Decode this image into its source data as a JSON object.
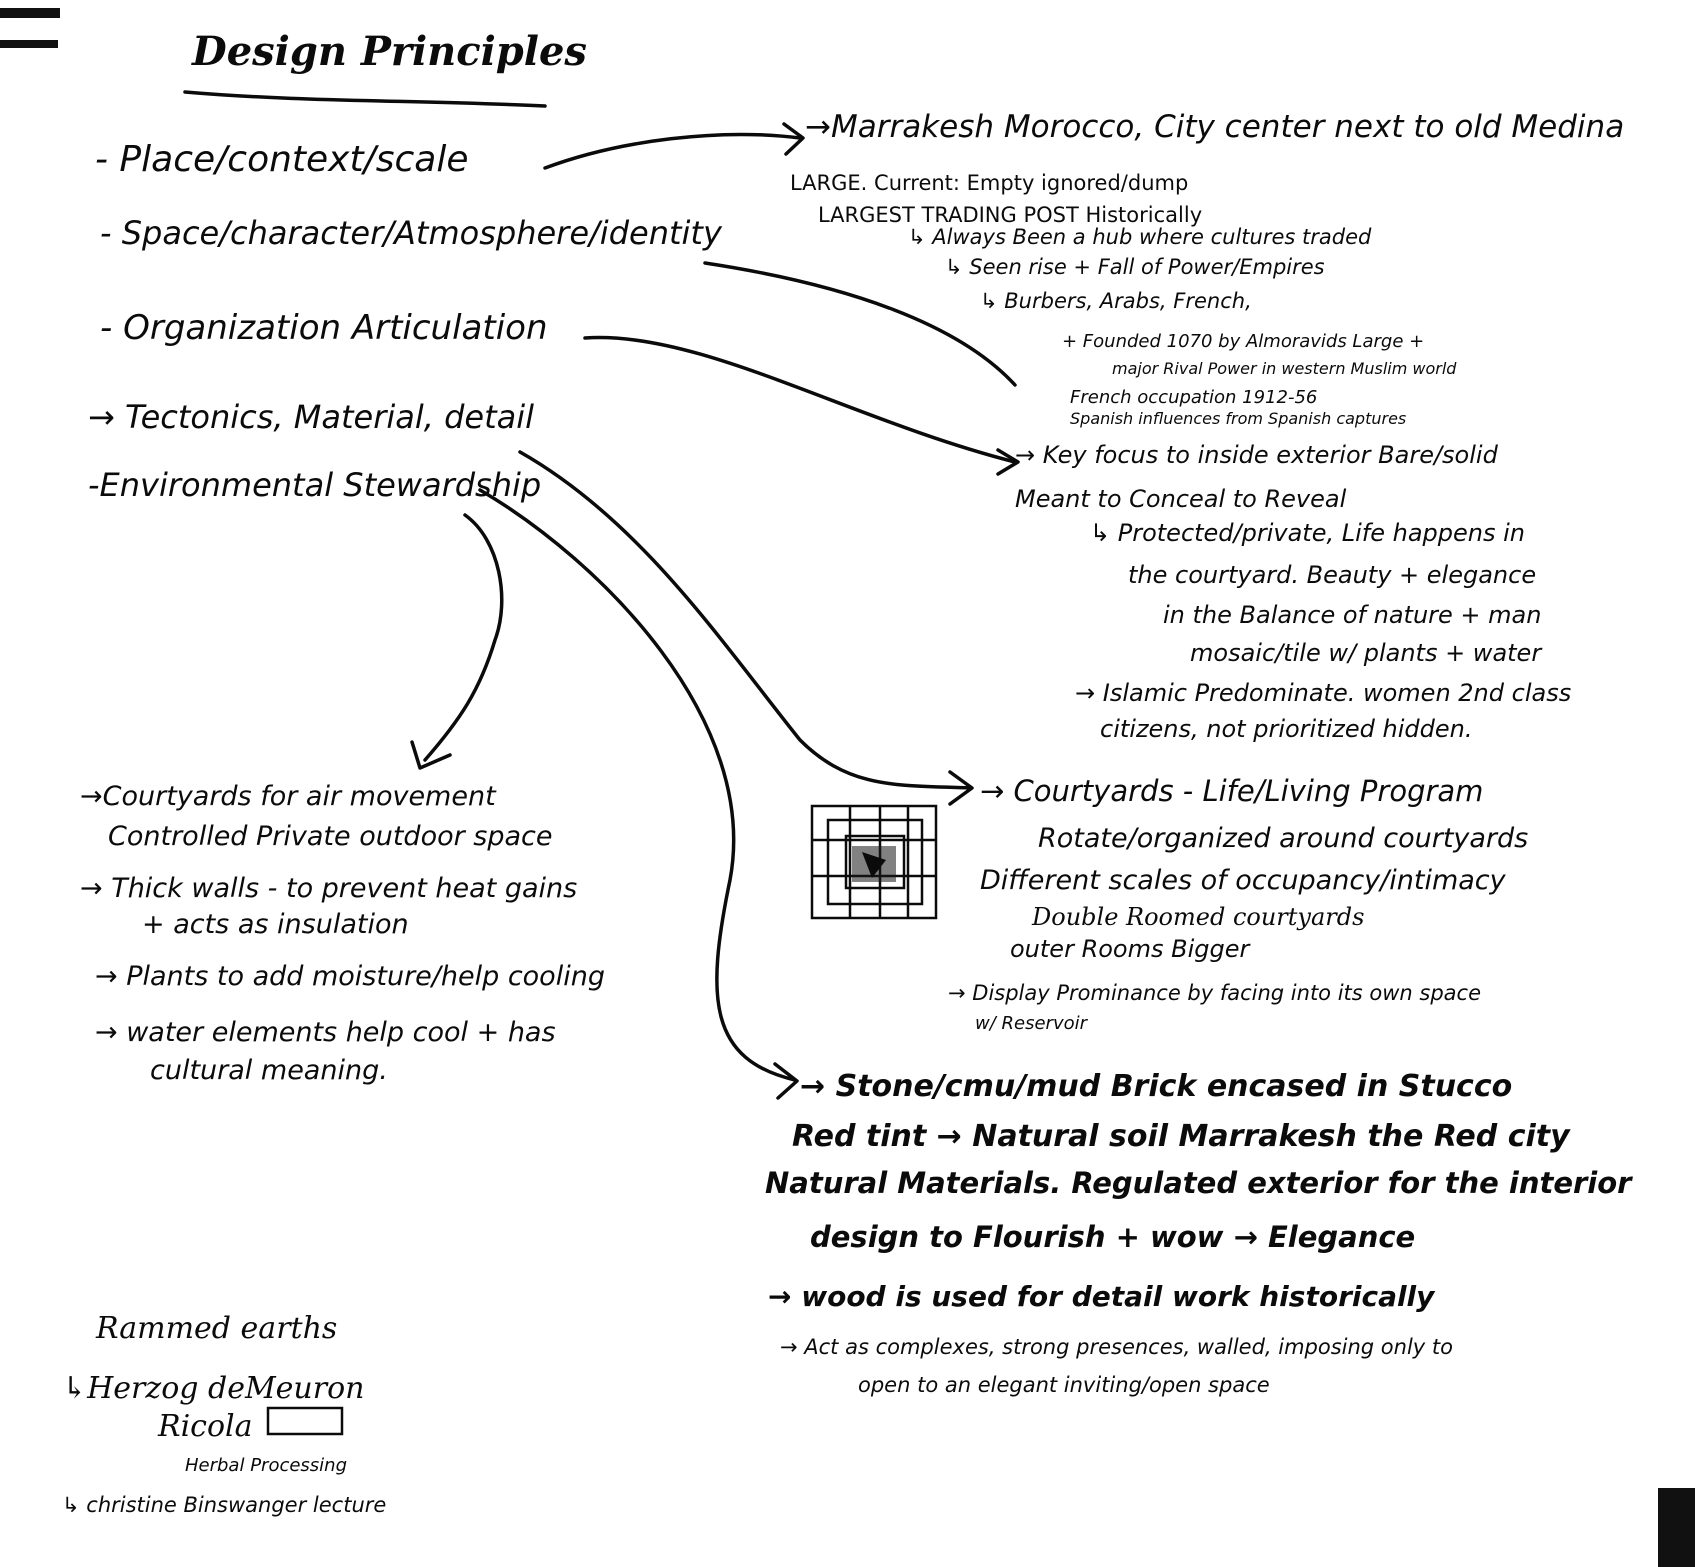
{
  "title": "Design Principles",
  "left": {
    "items": [
      "- Place/context/scale",
      "- Space/character/Atmosphere/identity",
      "- Organization Articulation",
      "→ Tectonics, Material, detail",
      "-Environmental Stewardship"
    ],
    "environmental_notes": [
      "→Courtyards for air movement",
      "Controlled Private outdoor space",
      "→ Thick walls - to prevent heat gains",
      "+ acts as insulation",
      "→ Plants to add moisture/help cooling",
      "→ water elements help cool + has",
      "cultural meaning."
    ],
    "references": [
      "Rammed earths",
      "↳Herzog deMeuron",
      "Ricola",
      "Herbal Processing",
      "↳ christine Binswanger lecture"
    ]
  },
  "place": {
    "lines": [
      "→Marrakesh Morocco, City center next to old Medina",
      "LARGE. Current: Empty ignored/dump",
      "LARGEST TRADING POST Historically",
      "↳ Always Been a hub where cultures traded",
      "↳ Seen rise + Fall of Power/Empires",
      "↳ Burbers, Arabs, French,",
      "+ Founded 1070 by Almoravids Large +",
      "major Rival Power in western Muslim world",
      "French occupation 1912-56",
      "Spanish influences from Spanish captures"
    ]
  },
  "space": {
    "lines": [
      "→ Key focus to inside exterior Bare/solid",
      "Meant to Conceal to Reveal",
      "↳ Protected/private, Life happens in",
      "the courtyard. Beauty + elegance",
      "in the Balance of nature + man",
      "mosaic/tile w/ plants + water",
      "→ Islamic Predominate. women 2nd class",
      "citizens, not prioritized hidden."
    ]
  },
  "organization": {
    "lines": [
      "→ Courtyards - Life/Living Program",
      "Rotate/organized around courtyards",
      "Different scales of occupancy/intimacy",
      "Double Roomed courtyards",
      "outer Rooms Bigger",
      "→ Display Prominance by facing into its own space",
      "w/ Reservoir"
    ]
  },
  "tectonics": {
    "lines": [
      "→ Stone/cmu/mud Brick encased in Stucco",
      "Red tint → Natural soil Marrakesh the Red city",
      "Natural Materials. Regulated exterior for the interior",
      "design to Flourish + wow → Elegance",
      "→ wood is used for detail work historically",
      "→ Act as complexes, strong presences, walled, imposing only to",
      "open to an elegant inviting/open space"
    ]
  }
}
